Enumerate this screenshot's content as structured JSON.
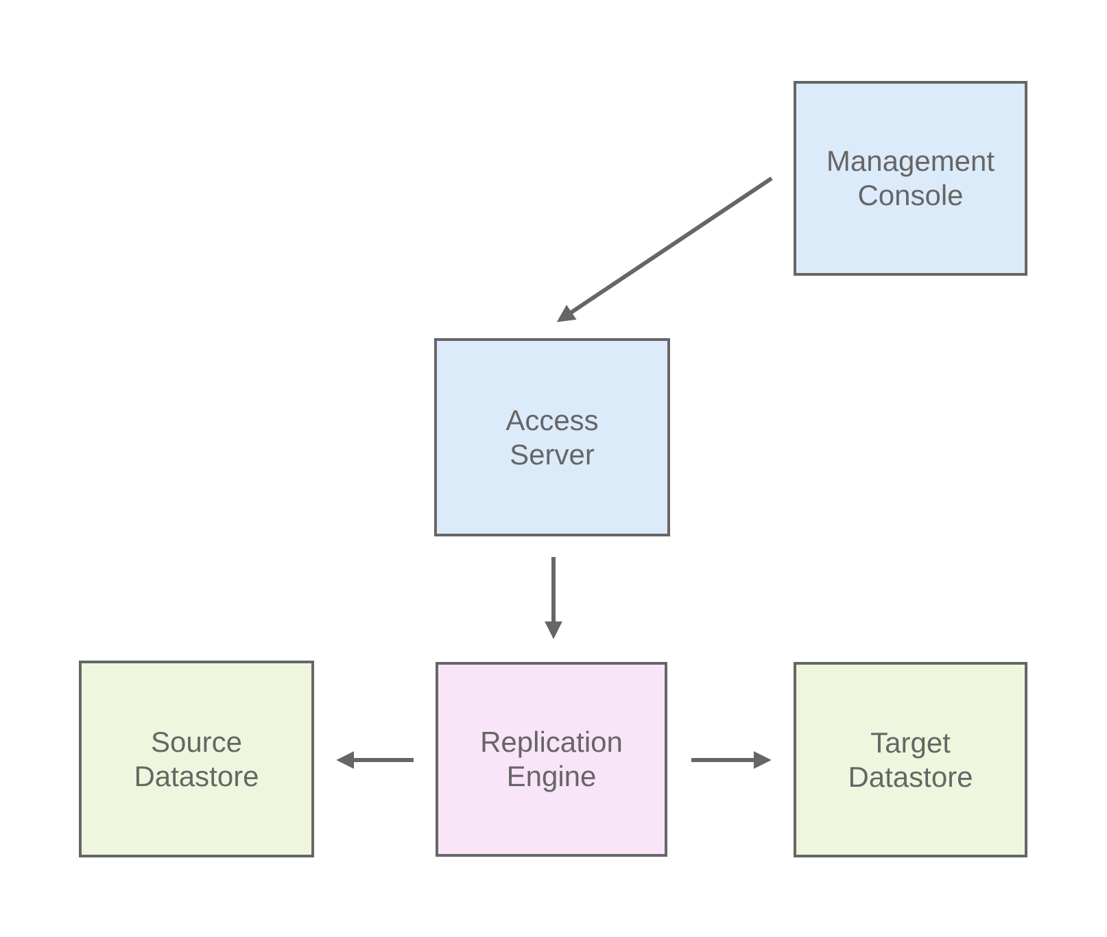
{
  "diagram": {
    "background": "#ffffff",
    "stroke_color": "#666666",
    "text_color": "#666666",
    "nodes": {
      "management_console": {
        "label": "Management\nConsole",
        "fill": "#dcebfa"
      },
      "access_server": {
        "label": "Access\nServer",
        "fill": "#dcebfa"
      },
      "replication_engine": {
        "label": "Replication\nEngine",
        "fill": "#f8e5f8"
      },
      "source_datastore": {
        "label": "Source\nDatastore",
        "fill": "#eef7dd"
      },
      "target_datastore": {
        "label": "Target\nDatastore",
        "fill": "#eef7dd"
      }
    },
    "edges": [
      {
        "from": "Management Console",
        "to": "Access Server"
      },
      {
        "from": "Access Server",
        "to": "Replication Engine"
      },
      {
        "from": "Replication Engine",
        "to": "Source Datastore"
      },
      {
        "from": "Replication Engine",
        "to": "Target Datastore"
      }
    ]
  }
}
